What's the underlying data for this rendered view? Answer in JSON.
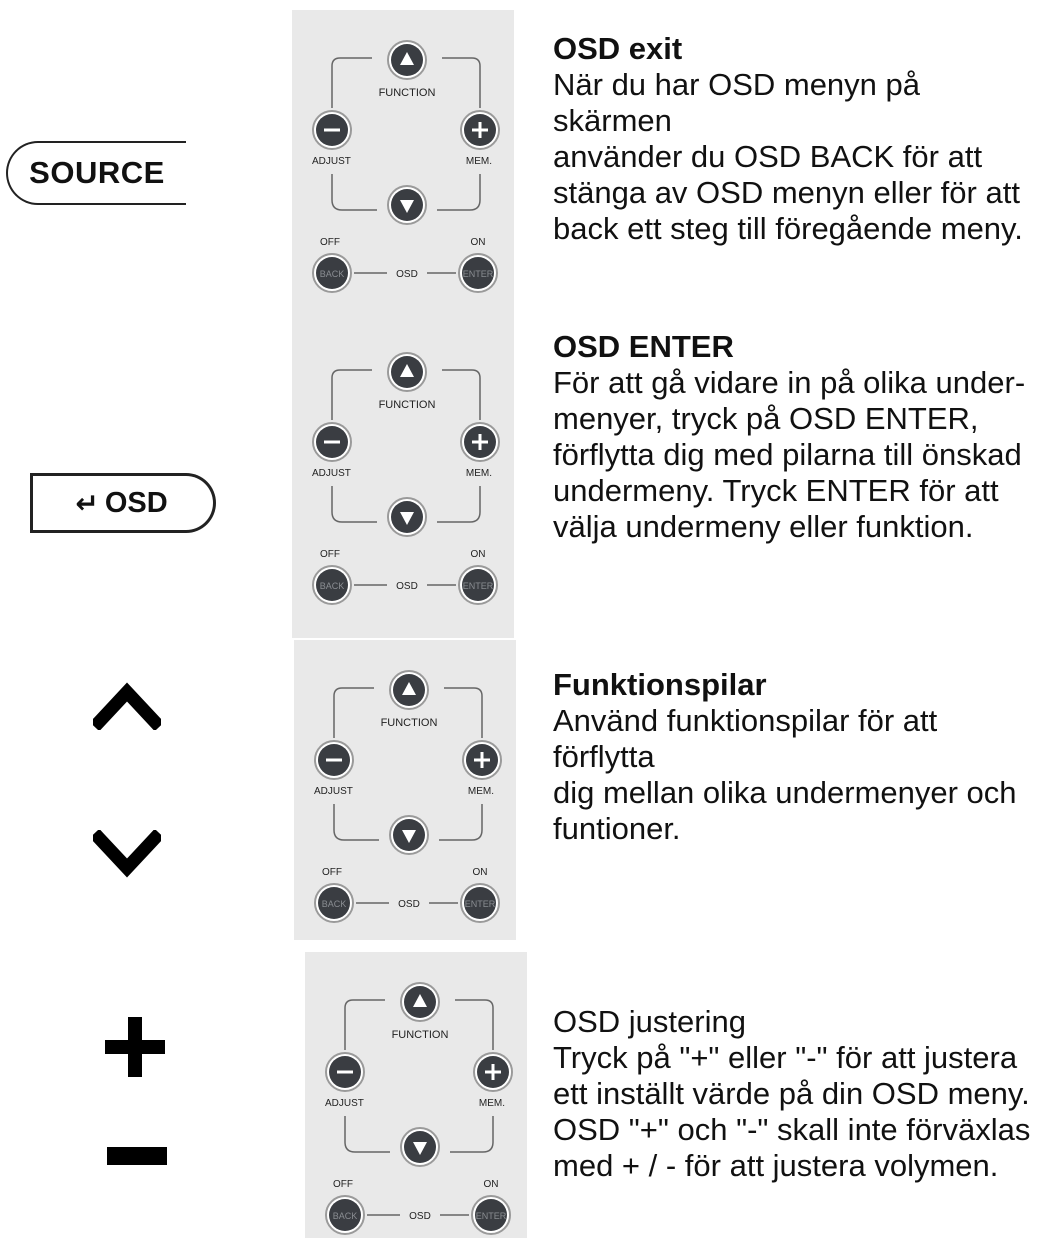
{
  "icons": {
    "source_label": "SOURCE",
    "osd_label": "OSD",
    "osd_enter_glyph": "↵"
  },
  "panel_labels": {
    "function": "FUNCTION",
    "adjust": "ADJUST",
    "mem": "MEM.",
    "off": "OFF",
    "on": "ON",
    "osd": "OSD",
    "back": "BACK",
    "enter": "ENTER"
  },
  "sections": [
    {
      "title": "OSD exit",
      "body": [
        "När du har OSD menyn på skärmen",
        "använder du OSD BACK för att",
        "stänga av OSD menyn eller för att",
        "back ett steg till föregående meny."
      ]
    },
    {
      "title": "OSD ENTER",
      "body": [
        "För att gå vidare in på olika under-",
        "menyer, tryck på OSD ENTER,",
        "förflytta dig med pilarna till önskad",
        "undermeny. Tryck ENTER för att",
        "välja undermeny eller funktion."
      ]
    },
    {
      "title": "Funktionspilar",
      "body": [
        "Använd funktionspilar för att förflytta",
        "dig mellan olika undermenyer och",
        "funtioner."
      ]
    },
    {
      "title": "OSD justering",
      "body": [
        "Tryck på \"+\" eller \"-\" för att justera",
        "ett inställt värde på din OSD meny.",
        "OSD \"+\" och \"-\" skall inte förväxlas",
        "med + / - för att justera volymen."
      ]
    }
  ],
  "colors": {
    "panel_bg": "#e9e9e9",
    "button_dark": "#3a3d42",
    "line": "#666666"
  }
}
